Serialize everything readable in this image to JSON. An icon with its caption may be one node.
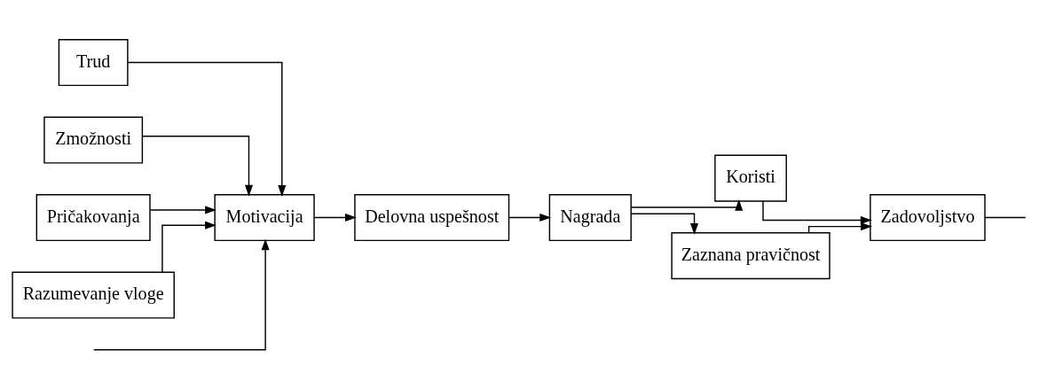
{
  "diagram": {
    "nodes": [
      {
        "text": [
          "Trud"
        ]
      },
      {
        "text": [
          "Zmožnosti"
        ]
      },
      {
        "text": [
          "Pričakovanja"
        ]
      },
      {
        "text": [
          "Razumevanje vloge"
        ]
      },
      {
        "text": [
          "Motivacija"
        ]
      },
      {
        "text": [
          "Delovna uspešnost"
        ]
      },
      {
        "text": [
          "Nagrada"
        ]
      },
      {
        "text": [
          "Koristi"
        ]
      },
      {
        "text": [
          "Zaznana pravičnost"
        ]
      },
      {
        "text": [
          "Zadovoljstvo"
        ]
      }
    ],
    "edges": [
      {
        "from": 0,
        "to": 4,
        "arrow": "to"
      },
      {
        "from": 1,
        "to": 4,
        "arrow": "to"
      },
      {
        "from": 2,
        "to": 4,
        "arrow": "to"
      },
      {
        "from": 3,
        "to": 4,
        "arrow": "to"
      },
      {
        "from": 4,
        "to": 5,
        "arrow": "to"
      },
      {
        "from": 5,
        "to": 6,
        "arrow": "to"
      },
      {
        "from": 6,
        "to": 7,
        "arrow": "to"
      },
      {
        "from": 6,
        "to": 8,
        "arrow": "to"
      },
      {
        "from": 7,
        "to": 9,
        "arrow": "to"
      },
      {
        "from": 8,
        "to": 9,
        "arrow": "to"
      },
      {
        "from": null,
        "to": 4,
        "arrow": "to"
      },
      {
        "from": 9,
        "to": null,
        "arrow": "none"
      }
    ]
  }
}
